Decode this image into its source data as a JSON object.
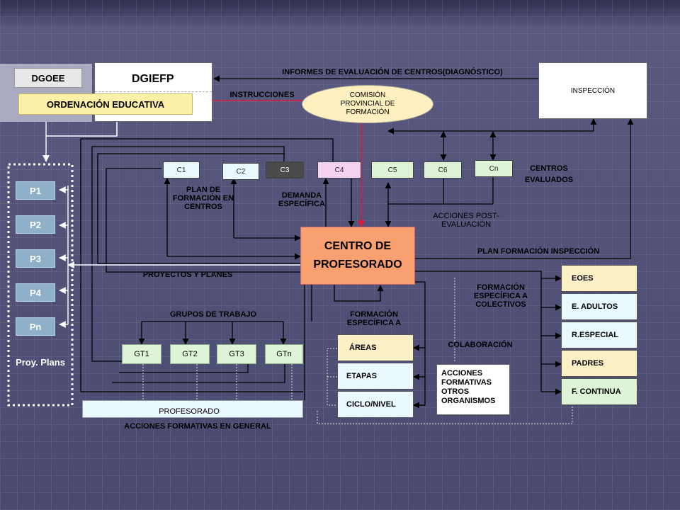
{
  "top": {
    "dgoee": "DGOEE",
    "dgiefp": "DGIEFP",
    "ordenacion": "ORDENACIÓN EDUCATIVA",
    "inspeccion": "INSPECCIÓN",
    "comision": "COMISIÓN PROVINCIAL DE FORMACIÓN"
  },
  "labels": {
    "informes": "INFORMES DE EVALUACIÓN DE CENTROS(DIAGNÓSTICO)",
    "instrucciones": "INSTRUCCIONES",
    "centros_evaluados": "CENTROS EVALUADOS",
    "plan_centros": "PLAN DE FORMACIÓN EN CENTROS",
    "demanda": "DEMANDA ESPECÍFICA",
    "acciones_post": "ACCIONES POST-EVALUACIÓN",
    "plan_inspeccion": "PLAN FORMACIÓN INSPECCIÓN",
    "proyectos": "PROYECTOS Y PLANES",
    "grupos": "GRUPOS DE TRABAJO",
    "formacion_areas": "FORMACIÓN ESPECÍFICA A",
    "formacion_colectivos": "FORMACIÓN ESPECÍFICA A COLECTIVOS",
    "colaboracion": "COLABORACIÓN",
    "acciones_general": "ACCIONES FORMATIVAS EN GENERAL"
  },
  "centros": [
    "C1",
    "C2",
    "C3",
    "C4",
    "C5",
    "C6",
    "Cn"
  ],
  "centro_profesorado": "CENTRO DE PROFESORADO",
  "proyectos_list": [
    "P1",
    "P2",
    "P3",
    "P4",
    "Pn"
  ],
  "proy_plans": "Proy. Plans",
  "grupos_list": [
    "GT1",
    "GT2",
    "GT3",
    "GTn"
  ],
  "profesorado": "PROFESORADO",
  "areas_list": [
    "ÁREAS",
    "ETAPAS",
    "CICLO/NIVEL"
  ],
  "otros": "ACCIONES FORMATIVAS OTROS ORGANISMOS",
  "colectivos_list": [
    "EOES",
    "E. ADULTOS",
    "R.ESPECIAL",
    "PADRES",
    "F. CONTINUA"
  ],
  "colors": {
    "background": "#4e4e73",
    "centro": "#f9a070",
    "comision": "#fdefc0",
    "green_box": "#dff3d6",
    "red_arrow": "#e01840"
  }
}
